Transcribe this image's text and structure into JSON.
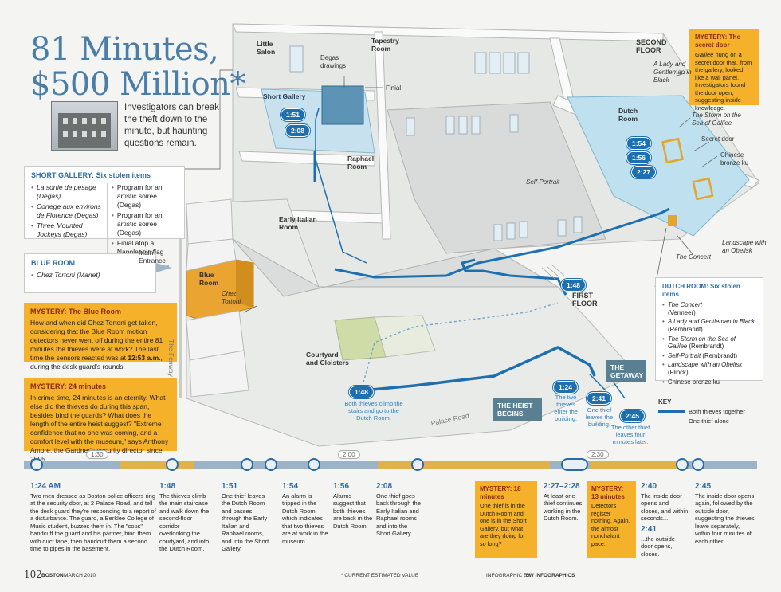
{
  "title": {
    "line1": "81 Minutes,",
    "line2": "$500 Million*"
  },
  "intro": "Investigators can break the theft down to the minute, but haunting questions remain.",
  "short_gallery": {
    "heading": "SHORT GALLERY: Six stolen items",
    "left": [
      "La sortie de pesage (Degas)",
      "Cortege aux environs de Florence (Degas)",
      "Three Mounted Jockeys (Degas)"
    ],
    "right": [
      "Program for an artistic soirée (Degas)",
      "Program for an artistic soirée (Degas)",
      "Finial atop a Napoleonic flag"
    ]
  },
  "blue_room": {
    "heading": "BLUE ROOM",
    "item": "Chez Tortoni (Manet)"
  },
  "main_entrance": "Main Entrance",
  "mystery_blue": {
    "heading": "MYSTERY: The Blue Room",
    "text": "How and when did Chez Tortoni get taken, considering that the Blue Room motion detectors never went off during the entire 81 minutes the thieves were at work? The last time the sensors reacted was at",
    "time": "12:53 a.m.",
    "tail": ", during the desk guard's rounds."
  },
  "mystery_24": {
    "heading": "MYSTERY: 24 minutes",
    "text": "In crime time, 24 minutes is an eternity. What else did the thieves do during this span, besides bind the guards? What does the length of the entire heist suggest? \"Extreme confidence that no one was coming, and a comfort level with the museum,\" says Anthony Amore, the Gardner's security director since 2005."
  },
  "mystery_door": {
    "heading": "MYSTERY: The secret door",
    "text_em": "Galilee",
    "text": " hung on a secret door that, from the gallery, looked like a wall panel. Investigators found the door open, suggesting inside knowledge."
  },
  "dutch_room": {
    "heading": "DUTCH ROOM: Six stolen items",
    "items": [
      {
        "title": "The Concert",
        "artist": "(Vermeer)"
      },
      {
        "title": "A Lady and Gentleman in Black",
        "artist": "(Rembrandt)"
      },
      {
        "title": "The Storm on the Sea of Galilee",
        "artist": "(Rembrandt)"
      },
      {
        "title": "Self-Portrait",
        "artist": "(Rembrandt)"
      },
      {
        "title": "Landscape with an Obelisk",
        "artist": "(Flinck)"
      },
      {
        "title": "Chinese bronze ku",
        "artist": ""
      }
    ]
  },
  "rooms": {
    "little_salon": "Little Salon",
    "tapestry": "Tapestry Room",
    "second_floor": "SECOND FLOOR",
    "short_gallery": "Short Gallery",
    "degas": "Degas drawings",
    "finial": "Finial",
    "raphael": "Raphael Room",
    "early_italian": "Early Italian Room",
    "dutch": "Dutch Room",
    "blue": "Blue Room",
    "chez": "Chez Tortoni",
    "courtyard": "Courtyard and Cloisters",
    "first_floor": "FIRST FLOOR",
    "fenway": "The Fenway",
    "palace": "Palace Road"
  },
  "art_labels": {
    "lady": "A Lady and Gentleman in Black",
    "storm": "The Storm on the Sea of Galilee",
    "secret": "Secret door",
    "bronze": "Chinese bronze ku",
    "self": "Self-Portrait",
    "landscape": "Landscape with an Obelisk",
    "concert": "The Concert"
  },
  "pills": {
    "p151": "1:51",
    "p208": "2:08",
    "p154": "1:54",
    "p156": "1:56",
    "p227": "2:27",
    "p148a": "1:48",
    "p148b": "1:48",
    "p124": "1:24",
    "p241": "2:41",
    "p245": "2:45"
  },
  "map_notes": {
    "climb": "Both thieves climb the stairs and go to the Dutch Room.",
    "enter": "The two thieves enter the building.",
    "leaves": "One thief leaves the building.",
    "other": "The other thief leaves four minutes later."
  },
  "tags": {
    "begins": "THE HEIST BEGINS",
    "getaway": "THE GETAWAY"
  },
  "key": {
    "heading": "KEY",
    "together": "Both thieves together",
    "alone": "One thief alone"
  },
  "timeline": {
    "ticks": [
      "1:30",
      "2:00",
      "2:30"
    ],
    "events": [
      {
        "time": "1:24 AM",
        "text": "Two men dressed as Boston police officers ring at the security door, at 2 Palace Road, and tell the desk guard they're responding to a report of a disturbance. The guard, a Berklee College of Music student, buzzes them in. The \"cops\" handcuff the guard and his partner, bind them with duct tape, then handcuff them a second time to pipes in the basement."
      },
      {
        "time": "1:48",
        "text": "The thieves climb the main staircase and walk down the second-floor corridor overlooking the courtyard, and into the Dutch Room."
      },
      {
        "time": "1:51",
        "text": "One thief leaves the Dutch Room and passes through the Early Italian and Raphael rooms, and into the Short Gallery."
      },
      {
        "time": "1:54",
        "text": "An alarm is tripped in the Dutch Room, which indicates that two thieves are at work in the museum."
      },
      {
        "time": "1:56",
        "text": "Alarms suggest that both thieves are back in the Dutch Room."
      },
      {
        "time": "2:08",
        "text": "One thief goes back through the Early Italian and Raphael rooms and into the Short Gallery."
      },
      {
        "time": "2:27–2:28",
        "text": "At least one thief continues working in the Dutch Room."
      },
      {
        "time": "2:40",
        "text": "The inside door opens and closes, and within seconds..."
      },
      {
        "time": "2:41",
        "text": "...the outside door opens, closes."
      },
      {
        "time": "2:45",
        "text": "The inside door opens again, followed by the outside door, suggesting the thieves leave separately, within four minutes of each other."
      }
    ],
    "mystery18": {
      "heading": "MYSTERY: 18 minutes",
      "text": "One thief is in the Dutch Room and one is in the Short Gallery, but what are they doing for so long?"
    },
    "mystery13": {
      "heading": "MYSTERY: 13 minutes",
      "text": "Detectors register nothing. Again, the almost nonchalant pace."
    }
  },
  "footer": {
    "page": "102",
    "pub": "BOSTON",
    "date": "MARCH 2010",
    "note": "* CURRENT ESTIMATED VALUE",
    "credit": "INFOGRAPHIC BY",
    "credit_name": "5W INFOGRAPHICS"
  },
  "colors": {
    "route": "#1d6fb0",
    "mystery": "#f5b12a",
    "title": "#4a7ea8",
    "dutch_room": "#bfe0ee",
    "blue_room": "#e9a431"
  }
}
